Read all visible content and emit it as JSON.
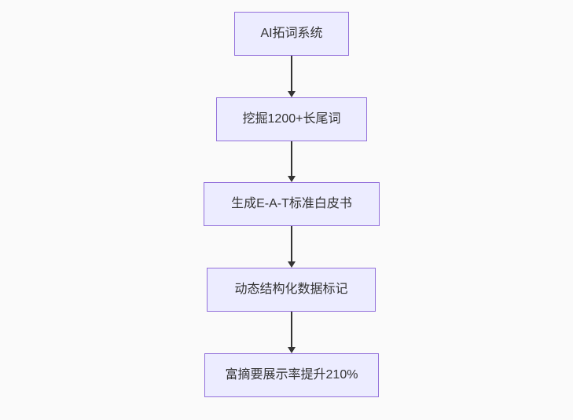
{
  "diagram": {
    "type": "flowchart",
    "direction": "top-to-bottom",
    "nodes": [
      {
        "id": "A",
        "label": "AI拓词系统"
      },
      {
        "id": "B",
        "label": "挖掘1200+长尾词"
      },
      {
        "id": "C",
        "label": "生成E-A-T标准白皮书"
      },
      {
        "id": "D",
        "label": "动态结构化数据标记"
      },
      {
        "id": "E",
        "label": "富摘要展示率提升210%"
      }
    ],
    "edges": [
      {
        "from": "A",
        "to": "B"
      },
      {
        "from": "B",
        "to": "C"
      },
      {
        "from": "C",
        "to": "D"
      },
      {
        "from": "D",
        "to": "E"
      }
    ],
    "colors": {
      "background": "#FAFAFA",
      "node_fill": "#ECECFF",
      "node_border": "#9370DB",
      "node_text": "#333333",
      "arrow": "#333333"
    }
  }
}
